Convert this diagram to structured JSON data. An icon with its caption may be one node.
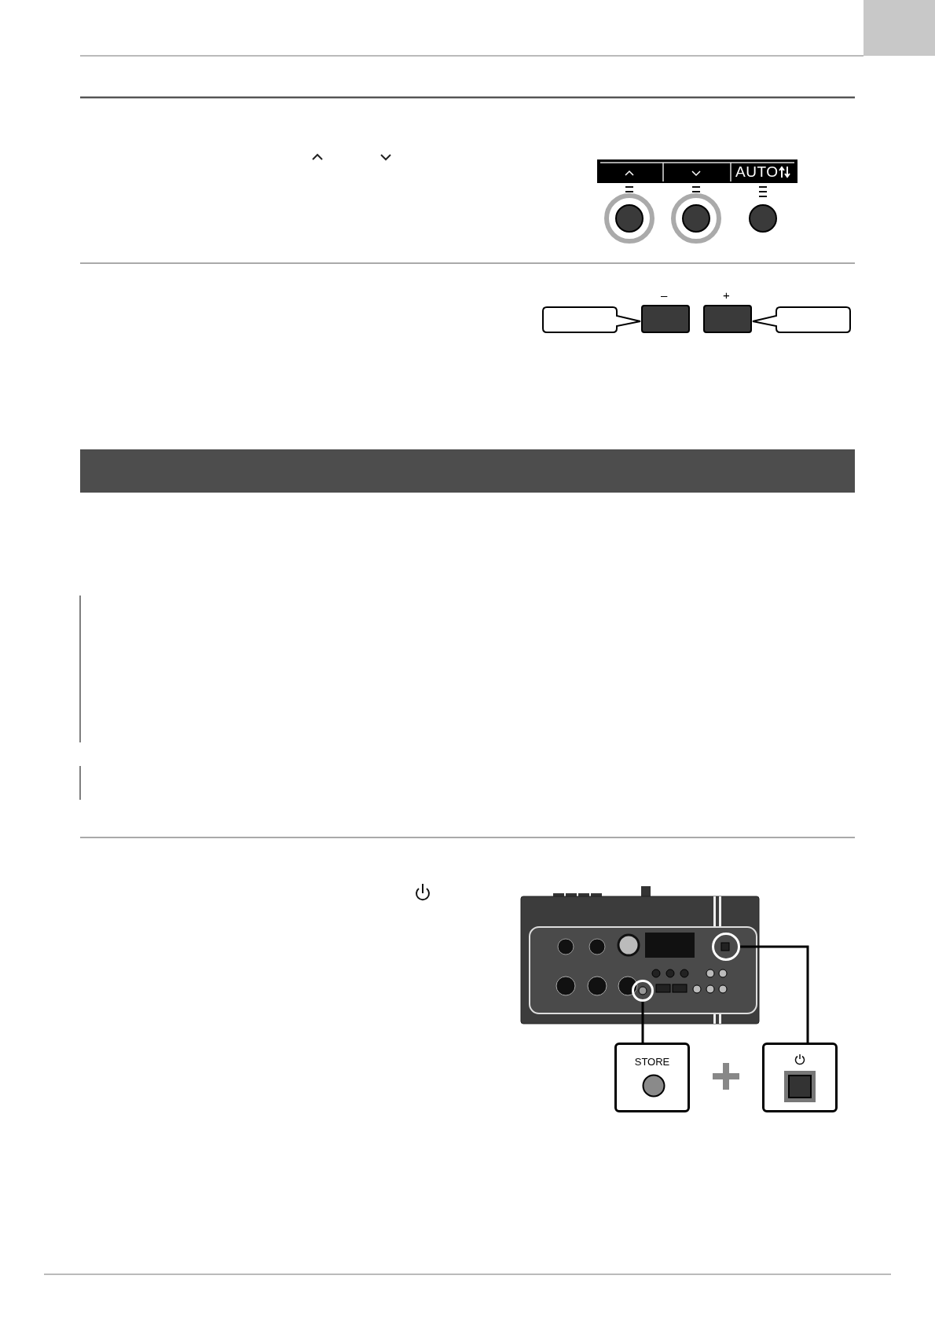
{
  "diagram": {
    "nodes": [
      {
        "text": [],
        "shape": "box"
      },
      {
        "text": [],
        "shape": "box"
      },
      {
        "text": [],
        "shape": "bar"
      },
      {
        "text": [],
        "shape": "picture"
      },
      {
        "text": [],
        "shape": "circle",
        "in": 3
      },
      {
        "text": [],
        "shape": "circle",
        "in": 3
      },
      {
        "text": [
          "STORE"
        ]
      },
      {
        "text": [],
        "shape": "box"
      }
    ],
    "edges": [
      {
        "from": 4,
        "to": 6,
        "arrow": "none"
      },
      {
        "from": 5,
        "to": 7,
        "arrow": "none"
      }
    ],
    "labels": [
      "AUTO",
      "–",
      "+"
    ]
  }
}
